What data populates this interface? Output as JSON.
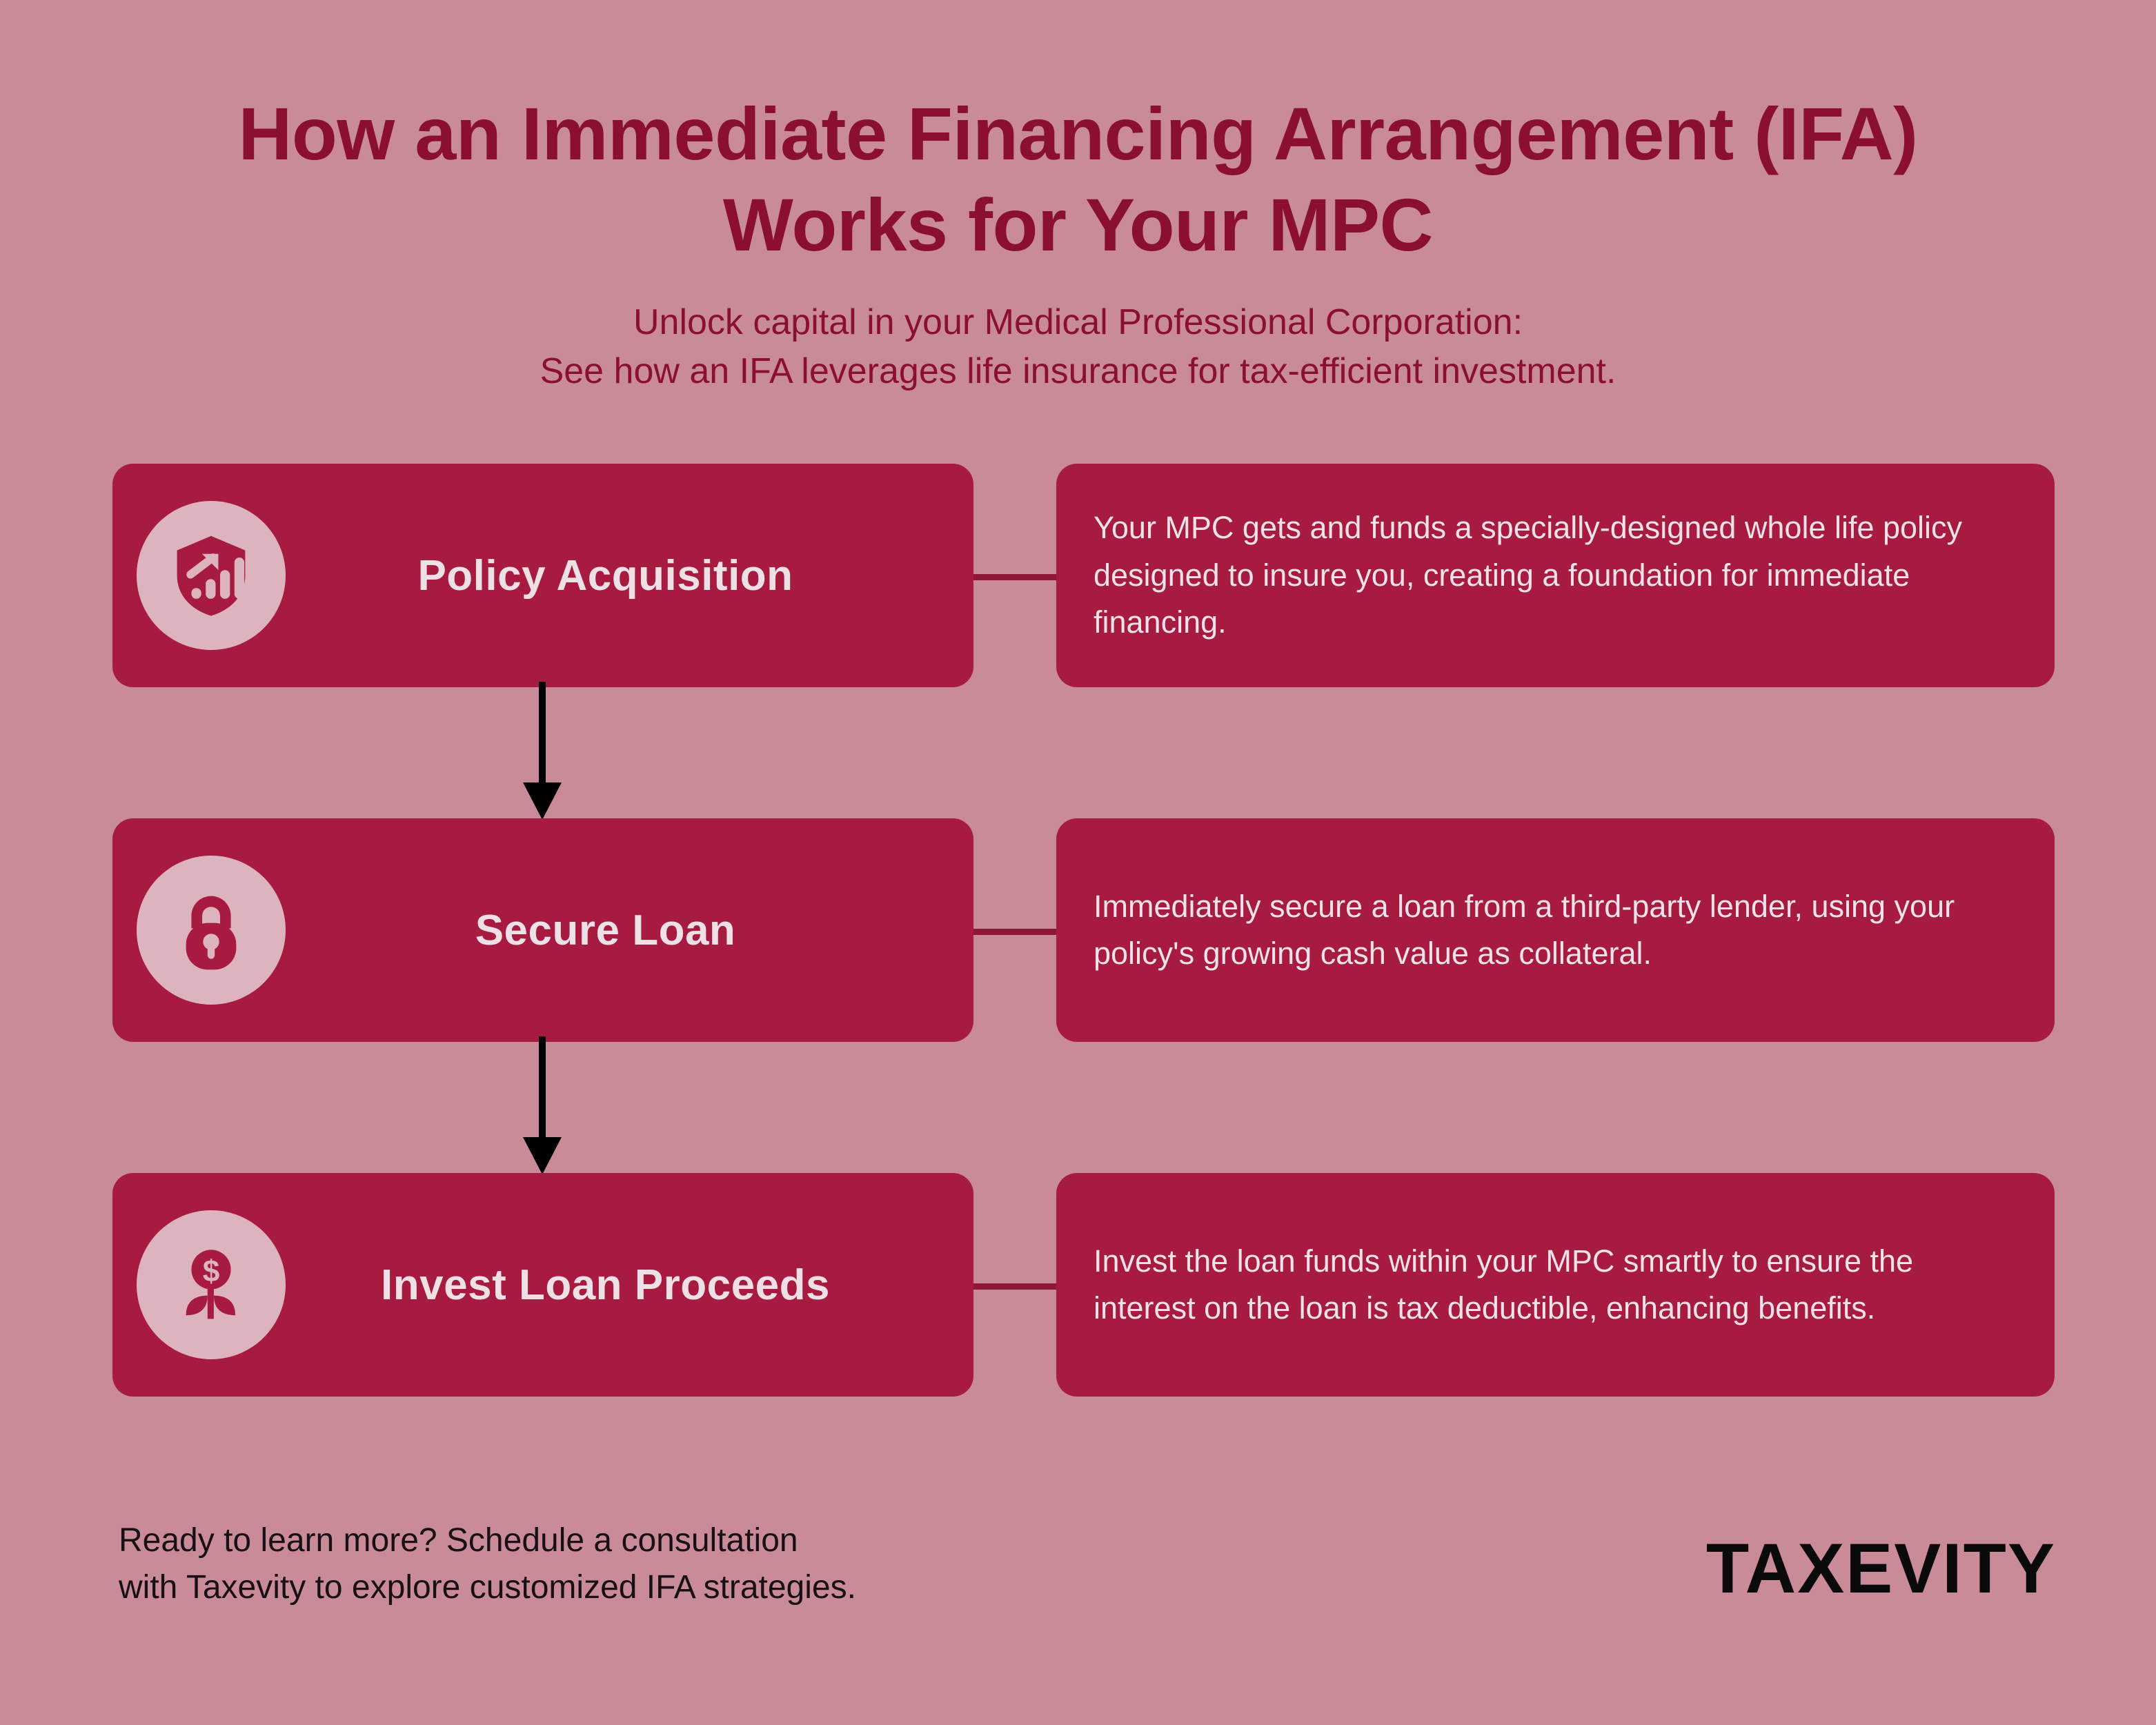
{
  "header": {
    "title": "How an Immediate Financing Arrangement (IFA)\nWorks for Your MPC",
    "subtitle": "Unlock capital in your Medical Professional Corporation:\nSee how an IFA leverages life insurance for tax-efficient investment."
  },
  "steps": [
    {
      "icon": "shield-growth-icon",
      "title": "Policy Acquisition",
      "description": "Your MPC gets and funds a specially-designed whole life policy designed to insure you, creating a foundation for immediate financing."
    },
    {
      "icon": "lock-icon",
      "title": "Secure Loan",
      "description": "Immediately secure a loan from a third-party lender, using your policy's growing cash value as collateral."
    },
    {
      "icon": "money-plant-icon",
      "title": "Invest Loan Proceeds",
      "description": "Invest the loan funds within your MPC smartly to ensure the interest on the loan is tax deductible, enhancing benefits."
    }
  ],
  "footer": {
    "cta": "Ready to learn more? Schedule a consultation\nwith Taxevity to explore customized IFA strategies.",
    "brand": "TAXEVITY"
  },
  "colors": {
    "background": "#C98B97",
    "card": "#A81B40",
    "title_text": "#8B1030",
    "card_text": "#EFE0E5",
    "icon_badge": "#DDB4BD",
    "arrow": "#000000",
    "brand_text": "#0A0A0A"
  }
}
